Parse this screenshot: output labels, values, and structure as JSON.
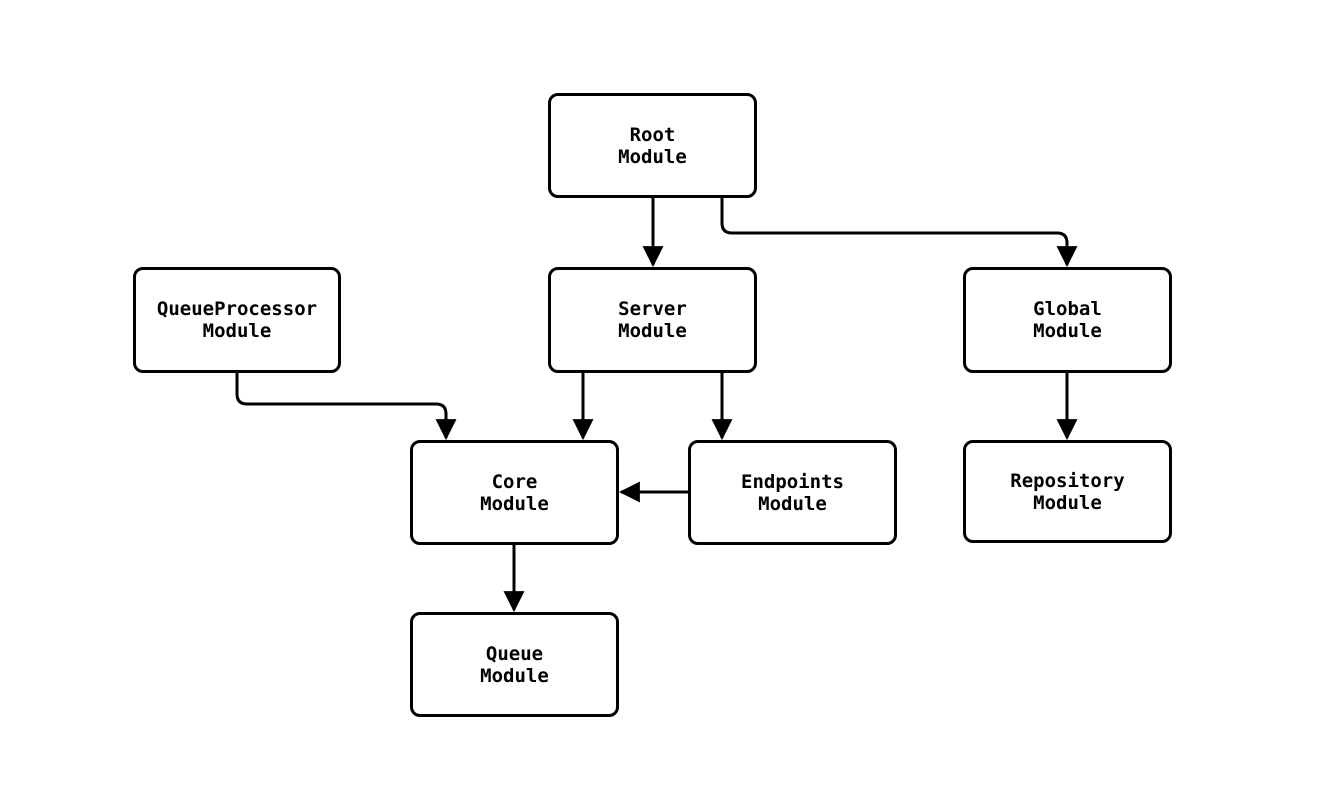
{
  "diagram": {
    "type": "module-dependency-graph",
    "background_color": "#ffffff",
    "stroke_color": "#000000",
    "node_fill_color": "#ffffff",
    "text_color": "#000000"
  },
  "nodes": {
    "root": {
      "label": "Root\nModule"
    },
    "queueprocessor": {
      "label": "QueueProcessor\nModule"
    },
    "server": {
      "label": "Server\nModule"
    },
    "global": {
      "label": "Global\nModule"
    },
    "core": {
      "label": "Core\nModule"
    },
    "endpoints": {
      "label": "Endpoints\nModule"
    },
    "repository": {
      "label": "Repository\nModule"
    },
    "queue": {
      "label": "Queue\nModule"
    }
  },
  "edges": [
    {
      "from": "Root Module",
      "to": "Server Module"
    },
    {
      "from": "Root Module",
      "to": "Global Module"
    },
    {
      "from": "QueueProcessor Module",
      "to": "Core Module"
    },
    {
      "from": "Server Module",
      "to": "Core Module"
    },
    {
      "from": "Server Module",
      "to": "Endpoints Module"
    },
    {
      "from": "Endpoints Module",
      "to": "Core Module"
    },
    {
      "from": "Global Module",
      "to": "Repository Module"
    },
    {
      "from": "Core Module",
      "to": "Queue Module"
    }
  ]
}
